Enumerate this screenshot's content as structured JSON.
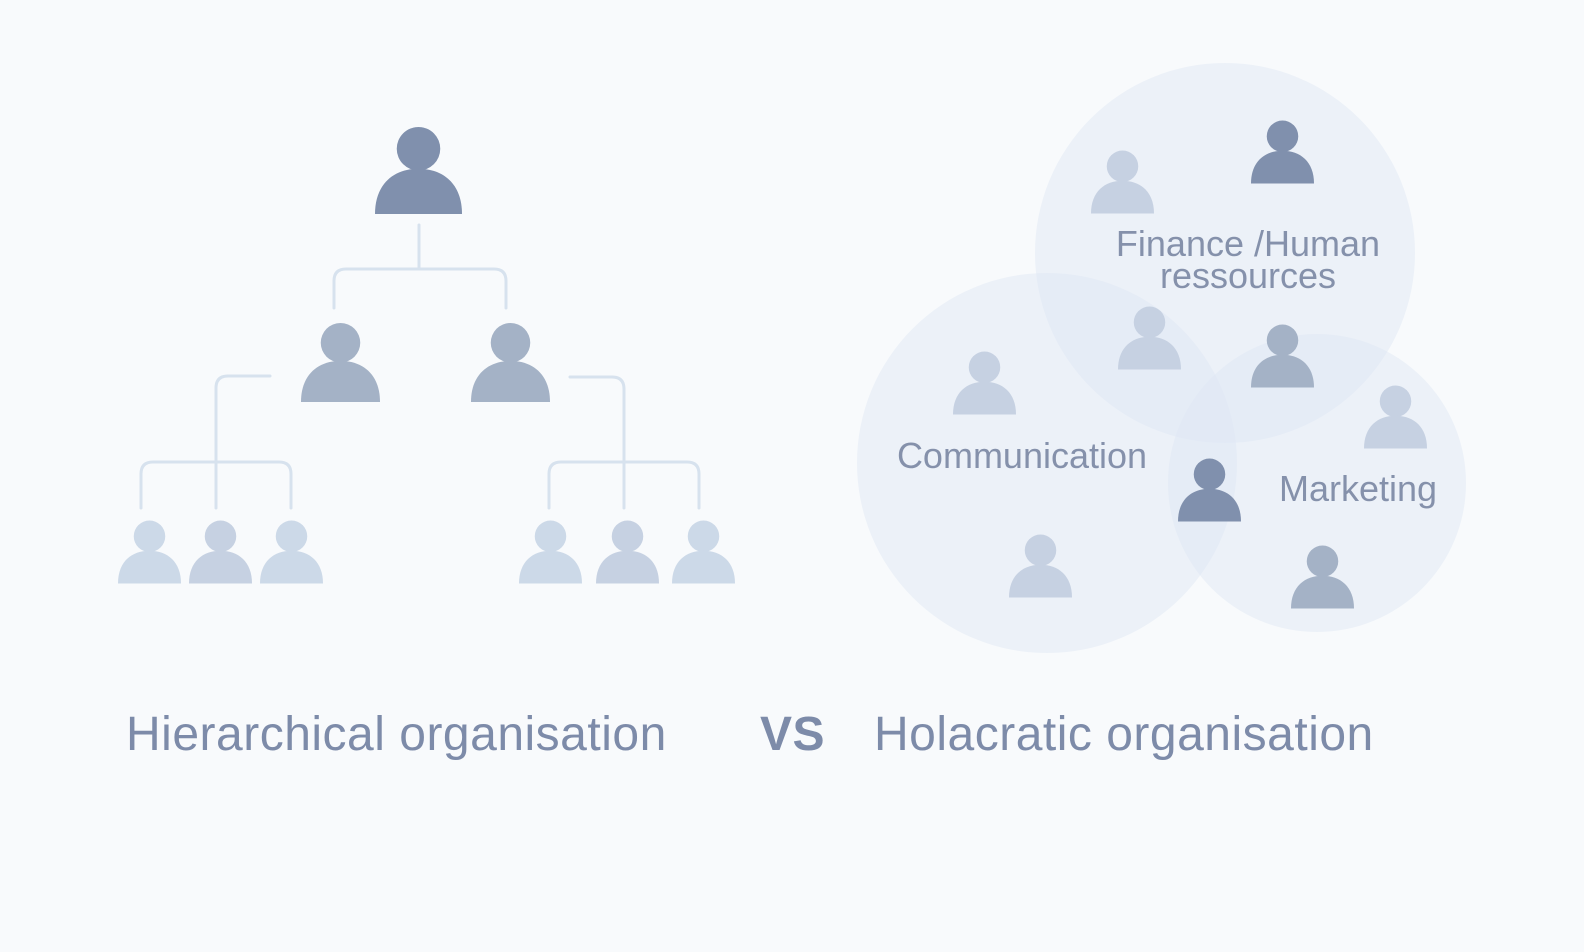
{
  "colors": {
    "background": "#f8fafc",
    "connector": "#d7e2ee",
    "circle_fill": "#dde6f3",
    "person_dark": "#8090ad",
    "person_mid": "#a4b2c6",
    "person_light": "#c6d1e2",
    "person_lighter": "#ccd9e8",
    "text": "#7d8ba9"
  },
  "hierarchy": {
    "caption": "Hierarchical organisation"
  },
  "separator": {
    "label": "VS"
  },
  "holacracy": {
    "caption": "Holacratic organisation",
    "circles": {
      "finance_hr": {
        "label_line1": "Finance /Human",
        "label_line2": "ressources"
      },
      "communication": {
        "label": "Communication"
      },
      "marketing": {
        "label": "Marketing"
      }
    }
  },
  "icons": {
    "person": "person-icon"
  }
}
